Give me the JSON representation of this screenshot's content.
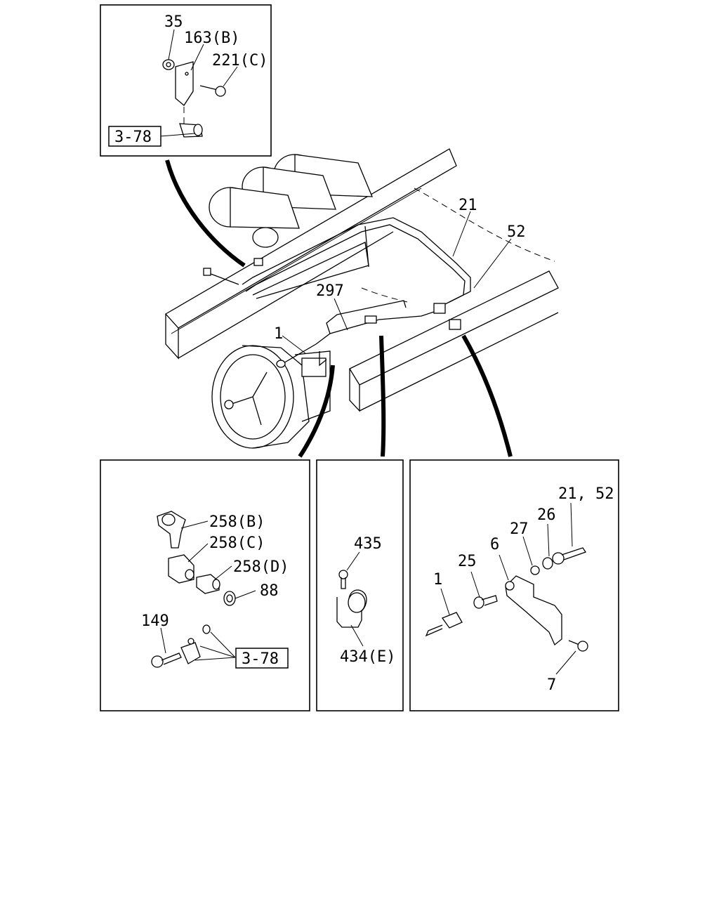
{
  "diagram": {
    "callouts": {
      "inset_top_left": [
        "35",
        "163(B)",
        "221(C)"
      ],
      "main_view": [
        "21",
        "52",
        "297",
        "1"
      ],
      "inset_bottom_left": [
        "258(B)",
        "258(C)",
        "258(D)",
        "88",
        "149"
      ],
      "inset_bottom_middle": [
        "435",
        "434(E)"
      ],
      "inset_bottom_right": [
        "21, 52",
        "26",
        "27",
        "6",
        "25",
        "1",
        "7"
      ]
    },
    "reference_boxes": [
      "3-78",
      "3-78"
    ]
  }
}
